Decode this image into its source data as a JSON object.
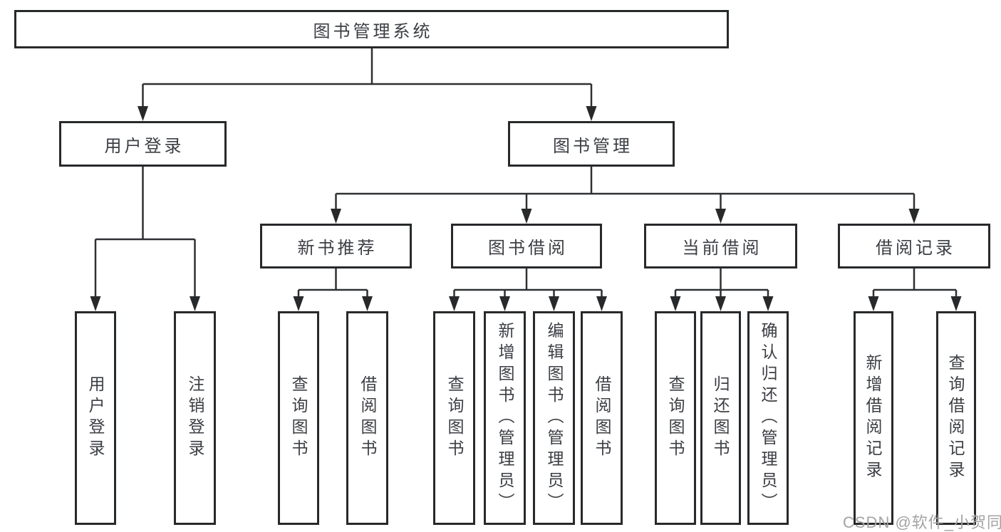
{
  "nodes": {
    "root": "图书管理系统",
    "user_login": "用户登录",
    "book_mgmt": "图书管理",
    "new_book_rec": "新书推荐",
    "book_borrow": "图书借阅",
    "current_borrow": "当前借阅",
    "borrow_records": "借阅记录",
    "leaf_user_login": "用户登录",
    "leaf_logout": "注销登录",
    "leaf_query_book_rec": "查询图书",
    "leaf_borrow_book_rec": "借阅图书",
    "leaf_query_book_borrow": "查询图书",
    "leaf_add_book": "新增图书（管理员）",
    "leaf_edit_book": "编辑图书（管理员）",
    "leaf_borrow_book_borrow": "借阅图书",
    "leaf_query_book_current": "查询图书",
    "leaf_return_book": "归还图书",
    "leaf_confirm_return": "确认归还（管理员）",
    "leaf_add_borrow_record": "新增借阅记录",
    "leaf_query_borrow_record": "查询借阅记录"
  },
  "tree": {
    "root": "图书管理系统",
    "children": [
      {
        "label": "用户登录",
        "children": [
          "用户登录",
          "注销登录"
        ]
      },
      {
        "label": "图书管理",
        "children": [
          {
            "label": "新书推荐",
            "children": [
              "查询图书",
              "借阅图书"
            ]
          },
          {
            "label": "图书借阅",
            "children": [
              "查询图书",
              "新增图书（管理员）",
              "编辑图书（管理员）",
              "借阅图书"
            ]
          },
          {
            "label": "当前借阅",
            "children": [
              "查询图书",
              "归还图书",
              "确认归还（管理员）"
            ]
          },
          {
            "label": "借阅记录",
            "children": [
              "新增借阅记录",
              "查询借阅记录"
            ]
          }
        ]
      }
    ]
  },
  "watermark": "CSDN @软件_小贺同学",
  "colors": {
    "background": "#ffffff",
    "box_border": "#27292b",
    "connector_line": "#2e3033",
    "arrowhead": "#27292b",
    "text": "#3b3e43",
    "watermark": "#a3a3a3"
  }
}
